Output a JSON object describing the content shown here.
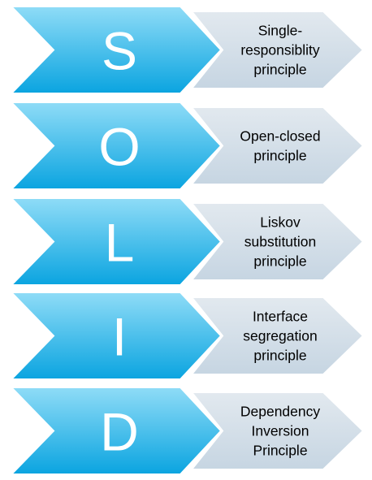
{
  "rows": [
    {
      "letter": "S",
      "label_lines": [
        "Single-",
        "responsiblity",
        "principle"
      ]
    },
    {
      "letter": "O",
      "label_lines": [
        "Open-closed",
        "principle"
      ]
    },
    {
      "letter": "L",
      "label_lines": [
        "Liskov",
        "substitution",
        "principle"
      ]
    },
    {
      "letter": "I",
      "label_lines": [
        "Interface",
        "segregation",
        "principle"
      ]
    },
    {
      "letter": "D",
      "label_lines": [
        "Dependency",
        "Inversion",
        "Principle"
      ]
    }
  ],
  "colors": {
    "chevron_top": "#8fdcf7",
    "chevron_bottom": "#0aa4e0",
    "chevron_stroke": "#ffffff",
    "pentagon_top": "#e2e9ef",
    "pentagon_bottom": "#c6d5e2",
    "pentagon_stroke": "#ffffff",
    "letter_color": "#ffffff",
    "label_color": "#000000"
  }
}
